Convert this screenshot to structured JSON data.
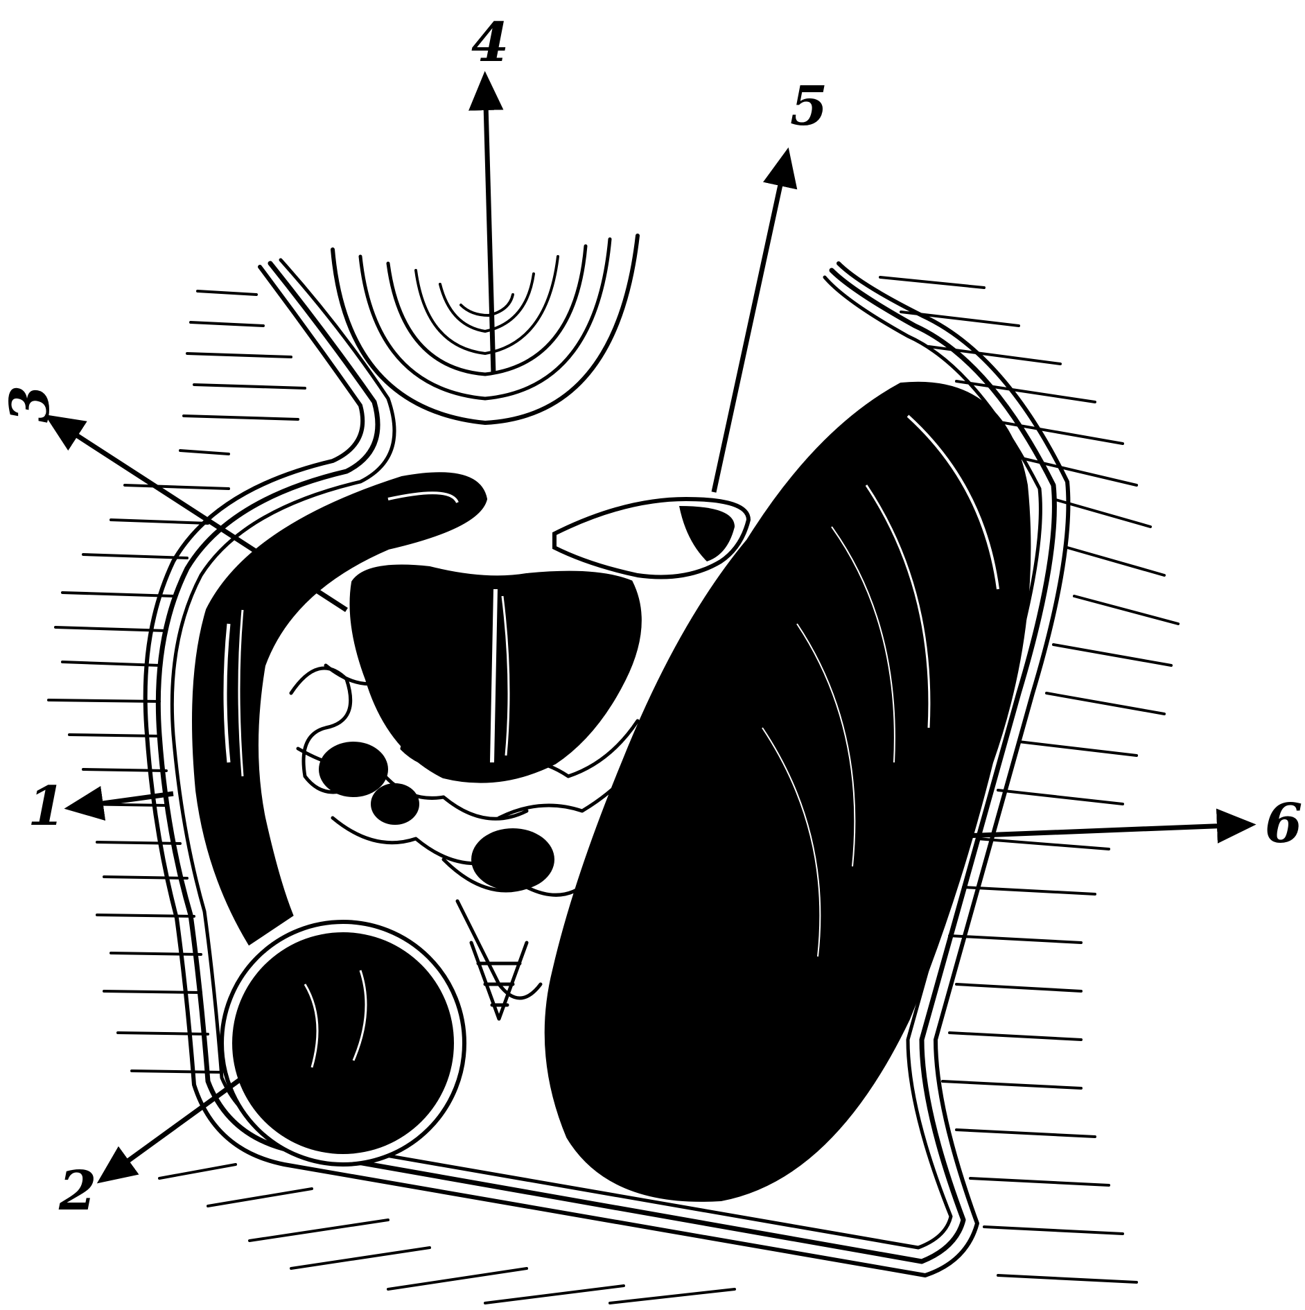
{
  "colors": {
    "ink": "#000000",
    "paper": "#ffffff"
  },
  "labels": {
    "l1": "1",
    "l2": "2",
    "l3": "3",
    "l4": "4",
    "l5": "5",
    "l6": "6"
  }
}
